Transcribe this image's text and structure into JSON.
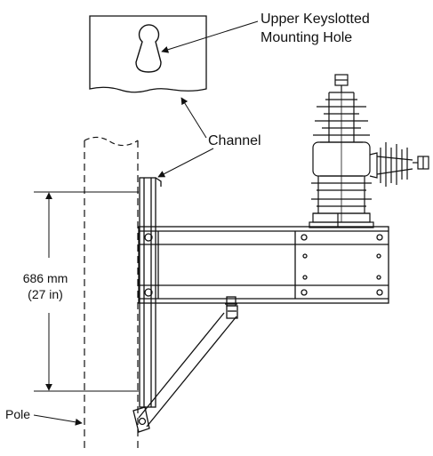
{
  "labels": {
    "keyhole_line1": "Upper Keyslotted",
    "keyhole_line2": "Mounting Hole",
    "channel": "Channel",
    "dimension_mm": "686 mm",
    "dimension_in": "(27 in)",
    "pole": "Pole"
  },
  "colors": {
    "ink": "#111111",
    "background": "#ffffff"
  }
}
